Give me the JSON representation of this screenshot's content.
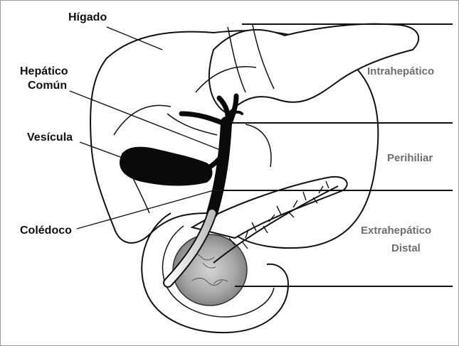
{
  "labels": {
    "higado": "Hígado",
    "hepatico_comun_1": "Hepático",
    "hepatico_comun_2": "Común",
    "vesicula": "Vesícula",
    "coledoco": "Colédoco",
    "intrahepatico": "Intrahepático",
    "perihiliar": "Perihiliar",
    "extrahepatico_1": "Extrahepático",
    "extrahepatico_2": "Distal"
  },
  "colors": {
    "ink": "#111111",
    "region_label": "#6e6e6e",
    "bile_duct": "#0a0a0a",
    "pancreatic_head": "#9a9a9a"
  }
}
